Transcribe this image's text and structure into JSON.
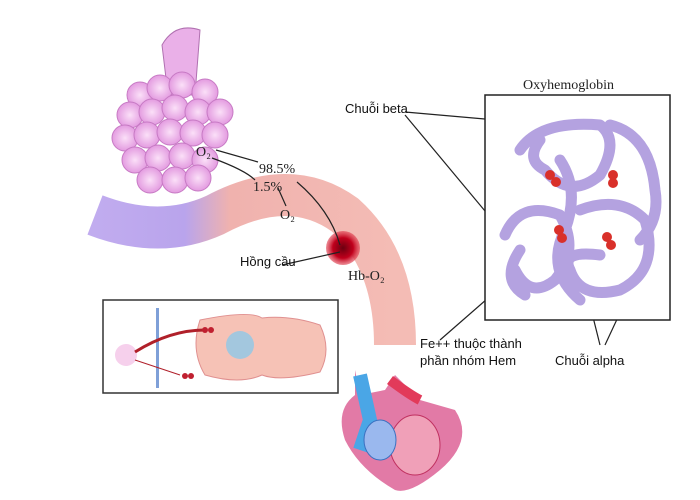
{
  "labels": {
    "oxyhemoglobin": "Oxyhemoglobin",
    "beta_chain": "Chuỗi beta",
    "alpha_chain": "Chuỗi alpha",
    "fe_line1": "Fe++ thuộc thành",
    "fe_line2": "phần nhóm Hem",
    "red_blood_cell": "Hồng cầu",
    "hb_o2": "Hb-O₂",
    "o2_lung": "O₂",
    "o2_plasma": "O₂",
    "pct_hemoglobin": "98.5%",
    "pct_plasma": "1.5%"
  },
  "colors": {
    "alveoli": "#e9a6e6",
    "vessel_artery": "#f2b3ad",
    "vessel_vein": "#b9a4ec",
    "protein": "#b7a6e0",
    "heme": "#d9302a",
    "rbc": "#b5001a"
  }
}
